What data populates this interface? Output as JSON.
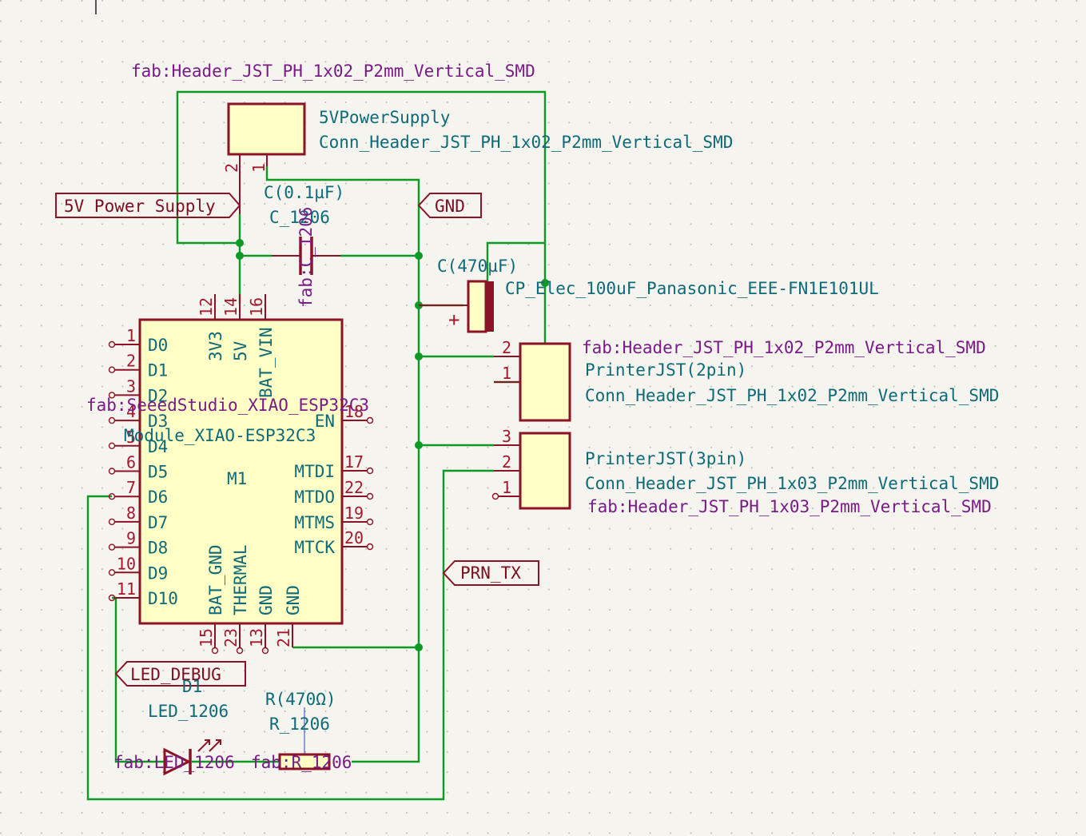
{
  "background_color": "#f5f4ef",
  "colors": {
    "wire": "#0c9a24",
    "symbol_outline": "#8c1226",
    "symbol_fill": "#ffffc6",
    "reference_text": "#0f6a78",
    "footprint_text": "#7a1a86",
    "pin_number": "#a3182c",
    "label_text": "#7a0f22"
  },
  "power_connector": {
    "footprint_top": "fab:Header_JST_PH_1x02_P2mm_Vertical_SMD",
    "reference": "5VPowerSupply",
    "value": "Conn_Header_JST_PH_1x02_P2mm_Vertical_SMD",
    "pin_numbers": [
      "2",
      "1"
    ]
  },
  "cap_small": {
    "value": "C(0.1µF)",
    "package": "C_1206",
    "footprint": "fab:C_1206"
  },
  "cap_large": {
    "value": "C(470µF)",
    "footprint": "CP_Elec_100uF_Panasonic_EEE-FN1E101UL",
    "polarity": "+"
  },
  "printer_2pin": {
    "footprint": "fab:Header_JST_PH_1x02_P2mm_Vertical_SMD",
    "reference": "PrinterJST(2pin)",
    "value": "Conn_Header_JST_PH_1x02_P2mm_Vertical_SMD",
    "pin_numbers": [
      "2",
      "1"
    ]
  },
  "printer_3pin": {
    "reference": "PrinterJST(3pin)",
    "value": "Conn_Header_JST_PH_1x03_P2mm_Vertical_SMD",
    "footprint": "fab:Header_JST_PH_1x03_P2mm_Vertical_SMD",
    "pin_numbers": [
      "3",
      "2",
      "1"
    ]
  },
  "mcu": {
    "footprint": "fab:SeeedStudio_XIAO_ESP32C3",
    "value": "Module_XIAO-ESP32C3",
    "reference": "M1",
    "left_pins": [
      {
        "num": "1",
        "name": "D0"
      },
      {
        "num": "2",
        "name": "D1"
      },
      {
        "num": "3",
        "name": "D2"
      },
      {
        "num": "4",
        "name": "D3"
      },
      {
        "num": "5",
        "name": "D4"
      },
      {
        "num": "6",
        "name": "D5"
      },
      {
        "num": "7",
        "name": "D6"
      },
      {
        "num": "8",
        "name": "D7"
      },
      {
        "num": "9",
        "name": "D8"
      },
      {
        "num": "10",
        "name": "D9"
      },
      {
        "num": "11",
        "name": "D10"
      }
    ],
    "top_pins": [
      {
        "num": "12",
        "name": "3V3"
      },
      {
        "num": "14",
        "name": "5V"
      },
      {
        "num": "16",
        "name": "BAT_VIN"
      }
    ],
    "right_pins": [
      {
        "num": "18",
        "name": "EN"
      },
      {
        "num": "17",
        "name": "MTDI"
      },
      {
        "num": "22",
        "name": "MTDO"
      },
      {
        "num": "19",
        "name": "MTMS"
      },
      {
        "num": "20",
        "name": "MTCK"
      }
    ],
    "bottom_pins": [
      {
        "num": "15",
        "name": "BAT_GND"
      },
      {
        "num": "23",
        "name": "THERMAL"
      },
      {
        "num": "13",
        "name": "GND"
      },
      {
        "num": "21",
        "name": "GND"
      }
    ]
  },
  "led": {
    "reference": "D1",
    "value": "LED_1206",
    "footprint": "fab:LED_1206"
  },
  "resistor": {
    "value": "R(470Ω)",
    "package": "R_1206",
    "footprint": "fab:R_1206"
  },
  "labels": {
    "power": "5V Power Supply",
    "gnd": "GND",
    "prn_tx": "PRN_TX",
    "led_debug": "LED_DEBUG"
  }
}
